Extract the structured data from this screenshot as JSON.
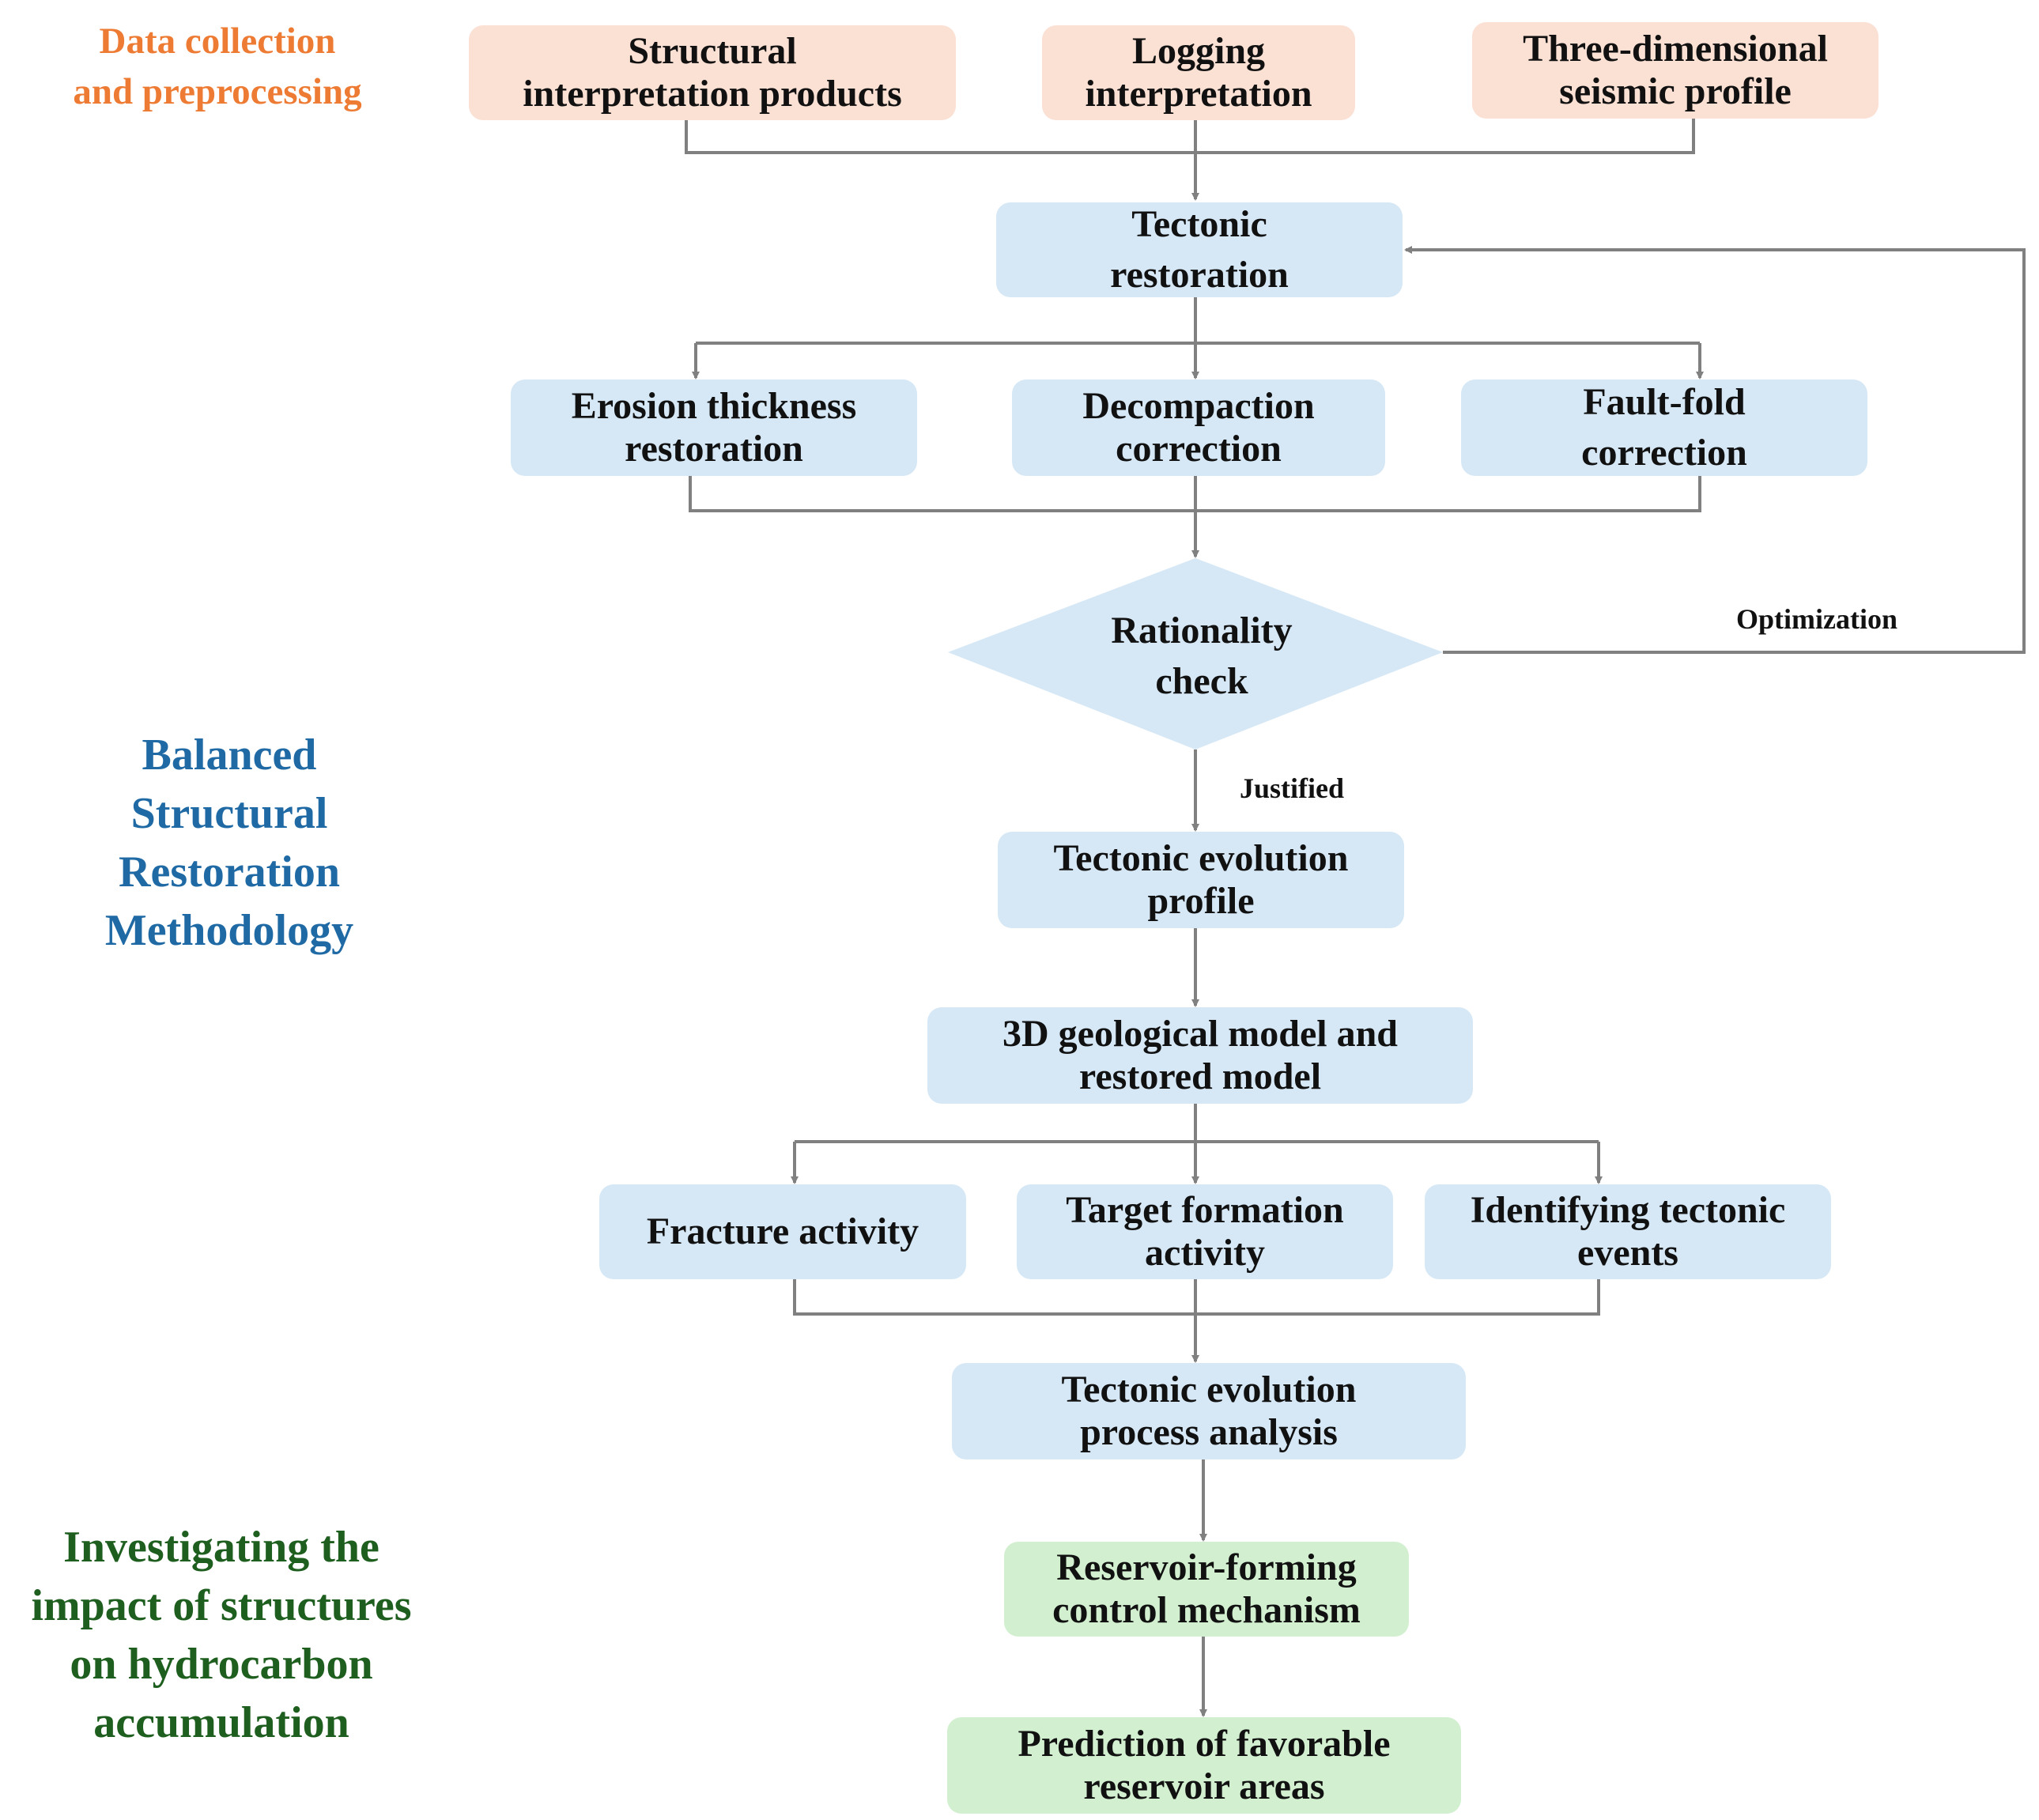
{
  "sections": {
    "data_collection": "Data collection\nand preprocessing",
    "methodology": "Balanced\nStructural\nRestoration\nMethodology",
    "impact": "Investigating the\nimpact of structures\non hydrocarbon\naccumulation"
  },
  "nodes": {
    "structural": "Structural\ninterpretation products",
    "logging": "Logging\ninterpretation",
    "seismic": "Three-dimensional\nseismic profile",
    "tectonic_restoration": "Tectonic\nrestoration",
    "erosion": "Erosion thickness\nrestoration",
    "decompaction": "Decompaction\ncorrection",
    "fault_fold": "Fault-fold\ncorrection",
    "rationality": "Rationality\ncheck",
    "evolution_profile": "Tectonic evolution\nprofile",
    "geo_model": "3D geological model and\nrestored model",
    "fracture": "Fracture activity",
    "target_formation": "Target formation\nactivity",
    "tectonic_events": "Identifying tectonic\nevents",
    "process_analysis": "Tectonic evolution\nprocess analysis",
    "control_mechanism": "Reservoir-forming\ncontrol mechanism",
    "prediction": "Prediction of favorable\nreservoir areas"
  },
  "edge_labels": {
    "optimization": "Optimization",
    "justified": "Justified"
  },
  "colors": {
    "data_box": "#fbe0d4",
    "method_box": "#d6e8f6",
    "impact_box": "#d2f0d0",
    "connector": "#808080",
    "data_heading": "#ee7b33",
    "method_heading": "#1f6aa5",
    "impact_heading": "#1e5e1e"
  }
}
